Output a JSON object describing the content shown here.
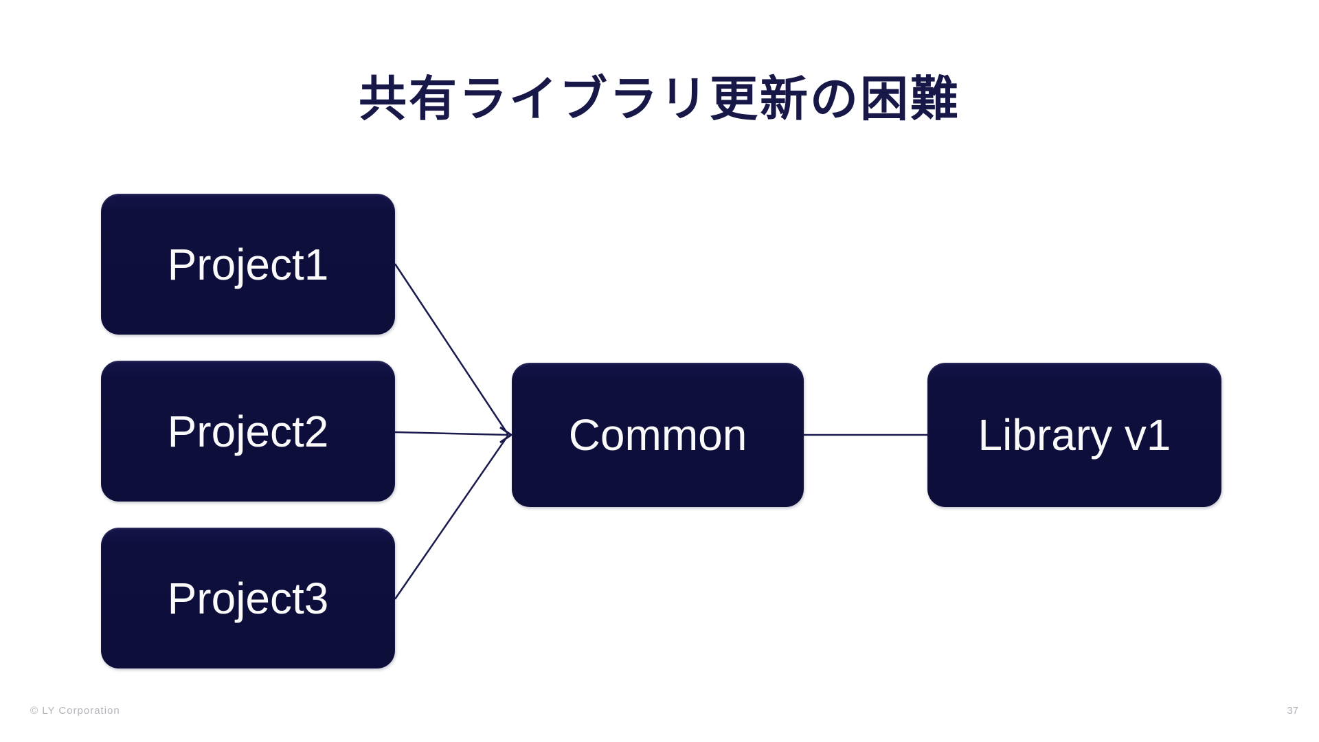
{
  "slide": {
    "title": "共有ライブラリ更新の困難",
    "diagram": {
      "nodes": [
        {
          "id": "project1",
          "label": "Project1"
        },
        {
          "id": "project2",
          "label": "Project2"
        },
        {
          "id": "project3",
          "label": "Project3"
        },
        {
          "id": "common",
          "label": "Common"
        },
        {
          "id": "library",
          "label": "Library v1"
        }
      ],
      "edges": [
        {
          "from": "project1",
          "to": "common",
          "arrow": true
        },
        {
          "from": "project2",
          "to": "common",
          "arrow": true
        },
        {
          "from": "project3",
          "to": "common",
          "arrow": true
        },
        {
          "from": "common",
          "to": "library",
          "arrow": false
        }
      ]
    },
    "colors": {
      "background": "#ffffff",
      "title_text": "#181848",
      "node_fill": "#0f0f3d",
      "node_text": "#fafafa",
      "connector": "#1a1a4e",
      "footer_text": "#b3b3ba"
    },
    "footer": {
      "copyright": "© LY Corporation",
      "page_number": "37"
    }
  }
}
